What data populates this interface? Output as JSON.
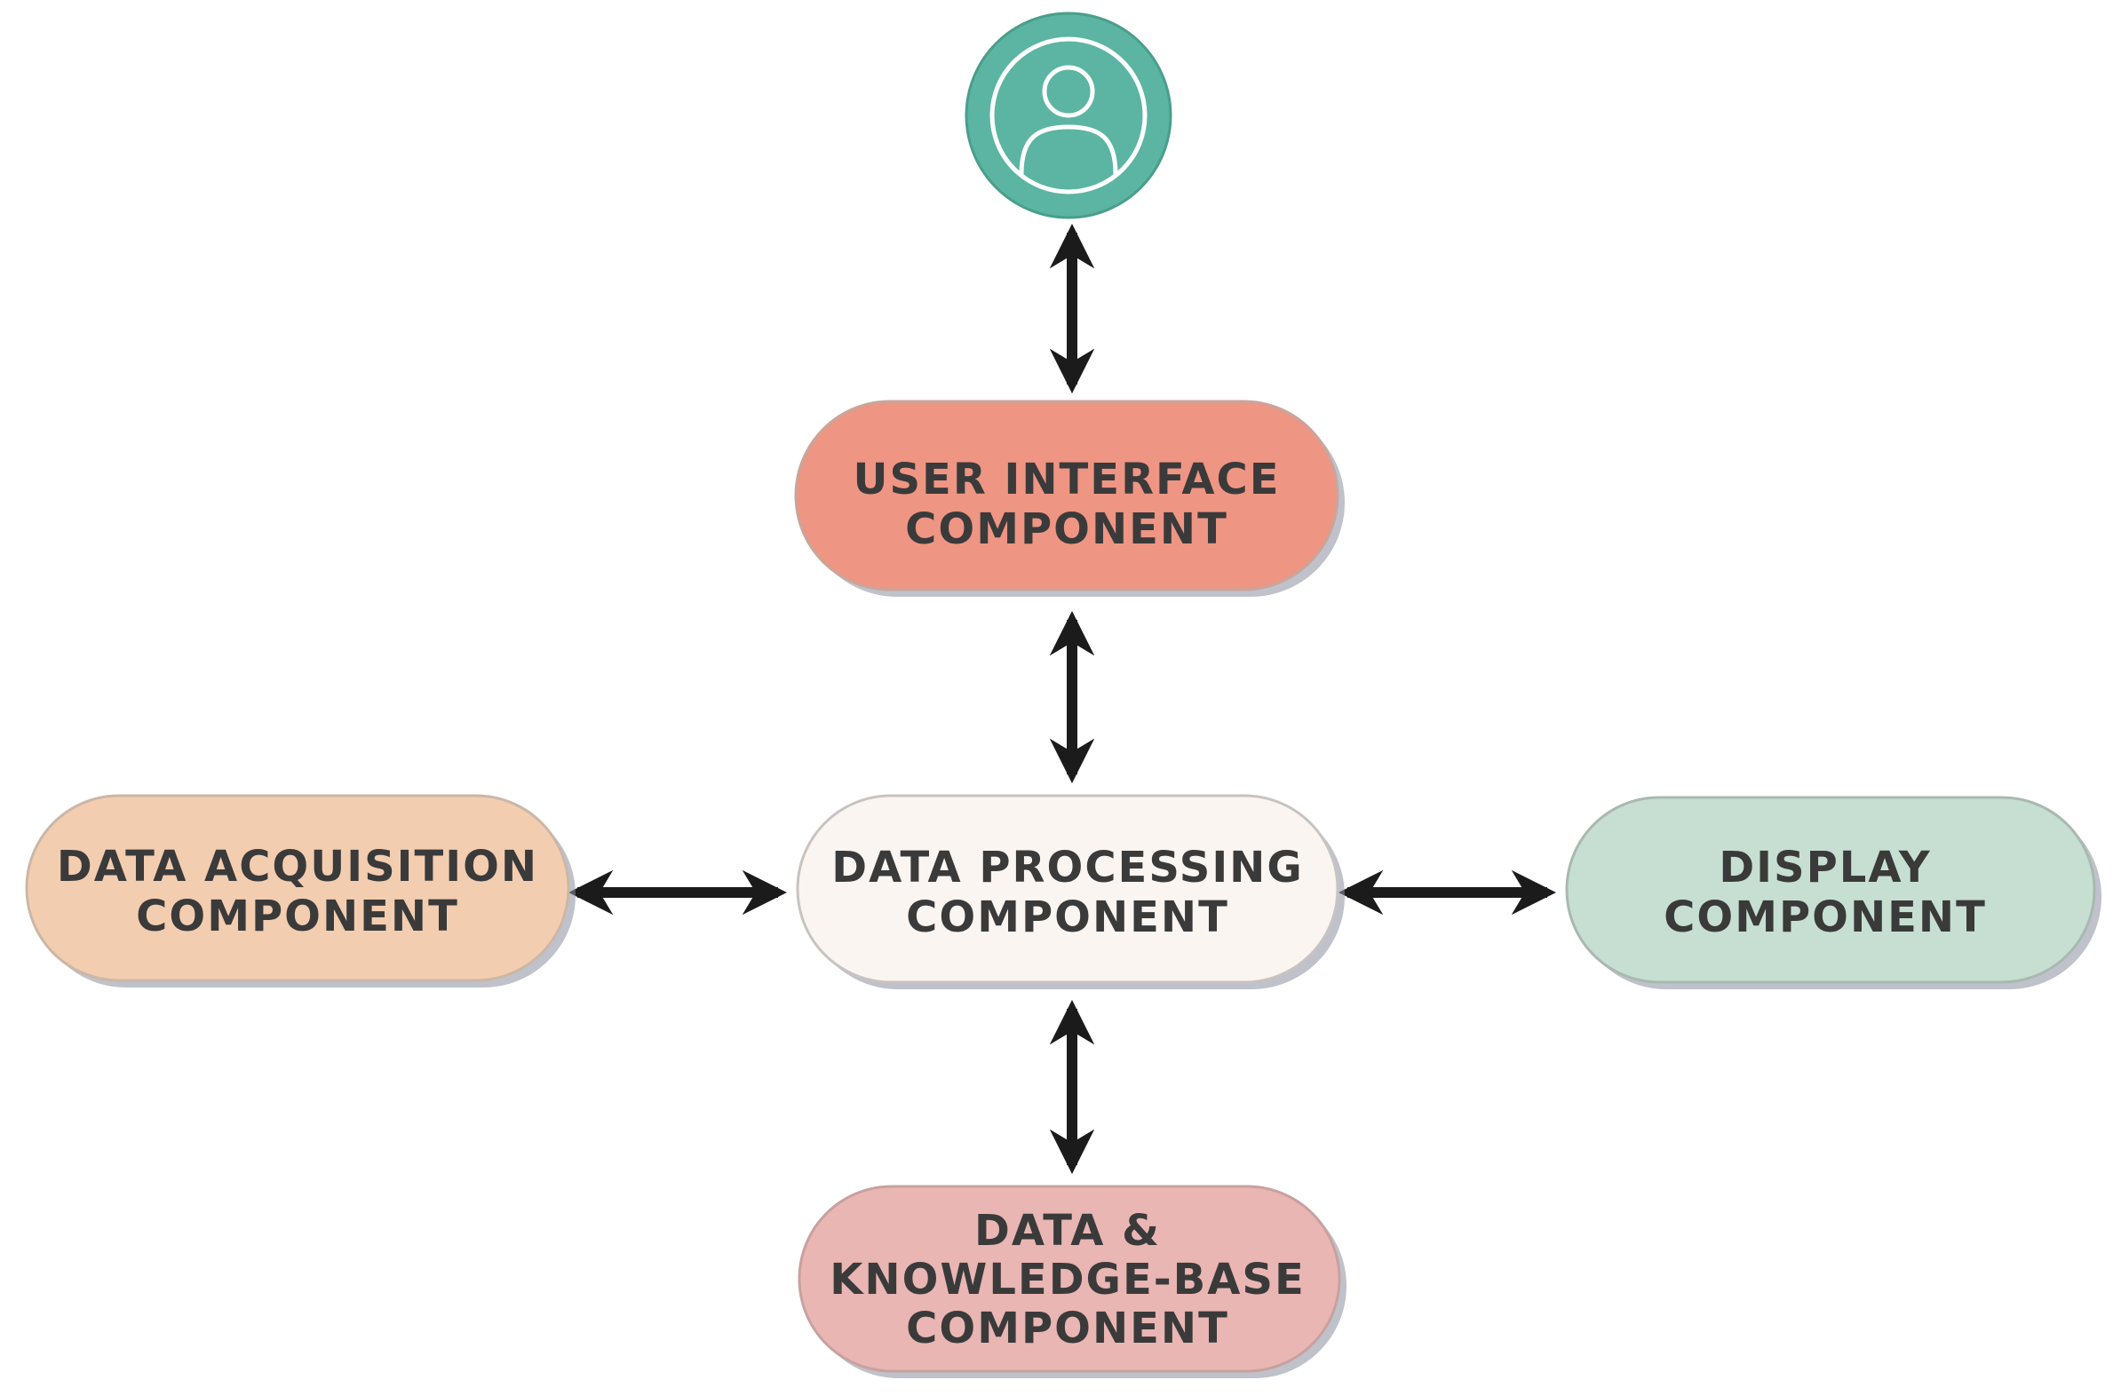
{
  "diagram": {
    "user": {
      "icon": "user-avatar-icon",
      "color": "#5bb5a2"
    },
    "nodes": {
      "user_interface": {
        "line1": "USER INTERFACE",
        "line2": "COMPONENT",
        "color": "#ef9583"
      },
      "data_processing": {
        "line1": "DATA PROCESSING",
        "line2": "COMPONENT",
        "color": "#fbf5f2"
      },
      "data_acquisition": {
        "line1": "DATA ACQUISITION",
        "line2": "COMPONENT",
        "color": "#f3cdb0"
      },
      "display": {
        "line1": "DISPLAY",
        "line2": "COMPONENT",
        "color": "#c6dfd2"
      },
      "knowledge_base": {
        "line1": "DATA &",
        "line2": "KNOWLEDGE-BASE",
        "line3": "COMPONENT",
        "color": "#e9b6b3"
      }
    },
    "connections": [
      {
        "from": "user",
        "to": "user_interface",
        "type": "bidirectional"
      },
      {
        "from": "user_interface",
        "to": "data_processing",
        "type": "bidirectional"
      },
      {
        "from": "data_acquisition",
        "to": "data_processing",
        "type": "bidirectional"
      },
      {
        "from": "data_processing",
        "to": "display",
        "type": "bidirectional"
      },
      {
        "from": "data_processing",
        "to": "knowledge_base",
        "type": "bidirectional"
      }
    ]
  }
}
